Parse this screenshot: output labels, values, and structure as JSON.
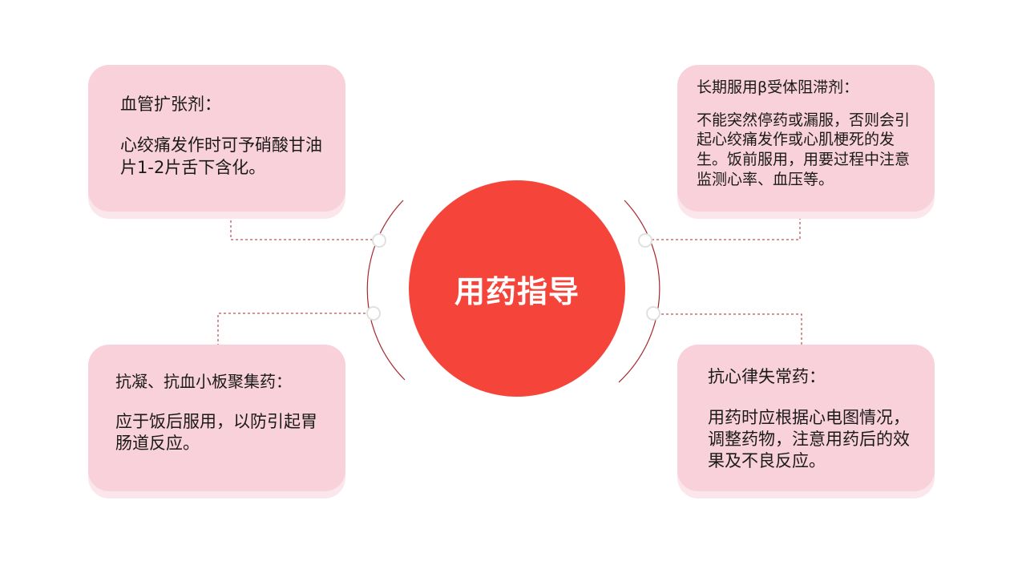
{
  "center": {
    "title": "用药指导"
  },
  "cards": {
    "top_left": {
      "heading": "血管扩张剂：",
      "body": "心绞痛发作时可予硝酸甘油片1-2片舌下含化。"
    },
    "top_right": {
      "heading": "长期服用β受体阻滞剂：",
      "body": "不能突然停药或漏服，否则会引起心绞痛发作或心肌梗死的发生。饭前服用，用要过程中注意监测心率、血压等。"
    },
    "bottom_left": {
      "heading": "抗凝、抗血小板聚集药：",
      "body": "应于饭后服用，以防引起胃肠道反应。"
    },
    "bottom_right": {
      "heading": "抗心律失常药：",
      "body": "用药时应根据心电图情况，调整药物，注意用药后的效果及不良反应。"
    }
  },
  "colors": {
    "center_fill": "#f5453b",
    "card_fill": "#f9d1da",
    "card_shadow": "#fbe6eb",
    "arc_stroke": "#a8282e",
    "connector_stroke": "#a8282e"
  }
}
